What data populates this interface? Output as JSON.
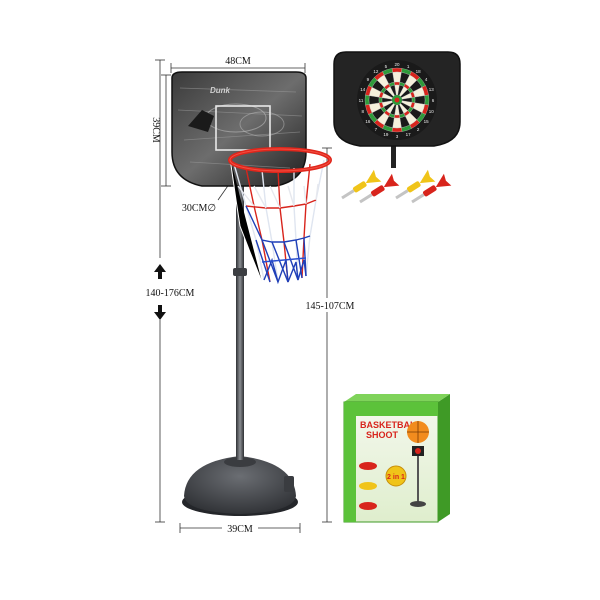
{
  "dimensions": {
    "board_width": "48CM",
    "board_height": "39CM",
    "hoop_diameter": "30CM∅",
    "player_range": "140-176CM",
    "pole_range": "145-107CM",
    "base_width": "39CM"
  },
  "board": {
    "brand_text": "Dunk",
    "dartboard_numbers": [
      "20",
      "1",
      "18",
      "4",
      "13",
      "6",
      "10",
      "15",
      "2",
      "17",
      "3",
      "19",
      "7",
      "16",
      "8",
      "11",
      "14",
      "9",
      "12",
      "5"
    ]
  },
  "package": {
    "title_line1": "BASKETBALL",
    "title_line2": "SHOOT",
    "badge": "2 in 1"
  },
  "colors": {
    "board_dark": "#2b2b2b",
    "rim_red": "#e0261b",
    "net_blue": "#1f3fb8",
    "dart_yellow": "#f0c419",
    "dart_red": "#d8241c",
    "box_green": "#5cc23a",
    "base_gray": "#4a4d52"
  }
}
